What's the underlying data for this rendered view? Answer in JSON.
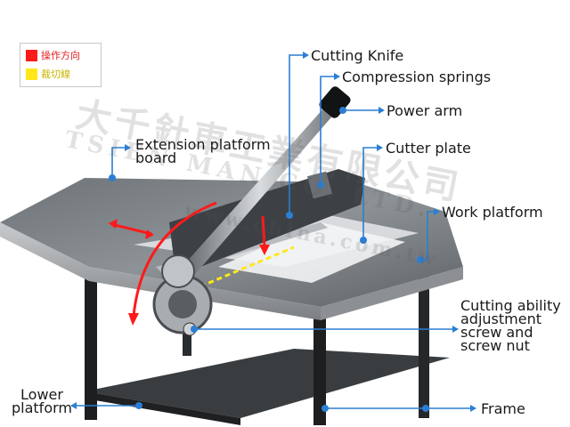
{
  "legend": {
    "items": [
      {
        "label": "操作方向",
        "color": "#ff1a1a"
      },
      {
        "label": "裁切線",
        "color": "#ffe81a"
      }
    ]
  },
  "watermark": {
    "line1": "大千針車工業有限公司",
    "line2": "TSIEN MAN CO. LTD.",
    "line3": "www.china.com.tw"
  },
  "labels": {
    "cutting_knife": "Cutting Knife",
    "compression_springs": "Compression springs",
    "power_arm": "Power arm",
    "extension_platform_board": [
      "Extension platform",
      "board"
    ],
    "cutter_plate": "Cutter plate",
    "work_platform": "Work platform",
    "cutting_ability": [
      "Cutting ability",
      "adjustment",
      "screw and",
      "screw nut"
    ],
    "lower_platform": [
      "Lower",
      "platform"
    ],
    "frame": "Frame"
  },
  "colors": {
    "leader": "#2a7fd4",
    "operation_arrow": "#ff1a1a",
    "cut_line": "#ffe81a"
  }
}
